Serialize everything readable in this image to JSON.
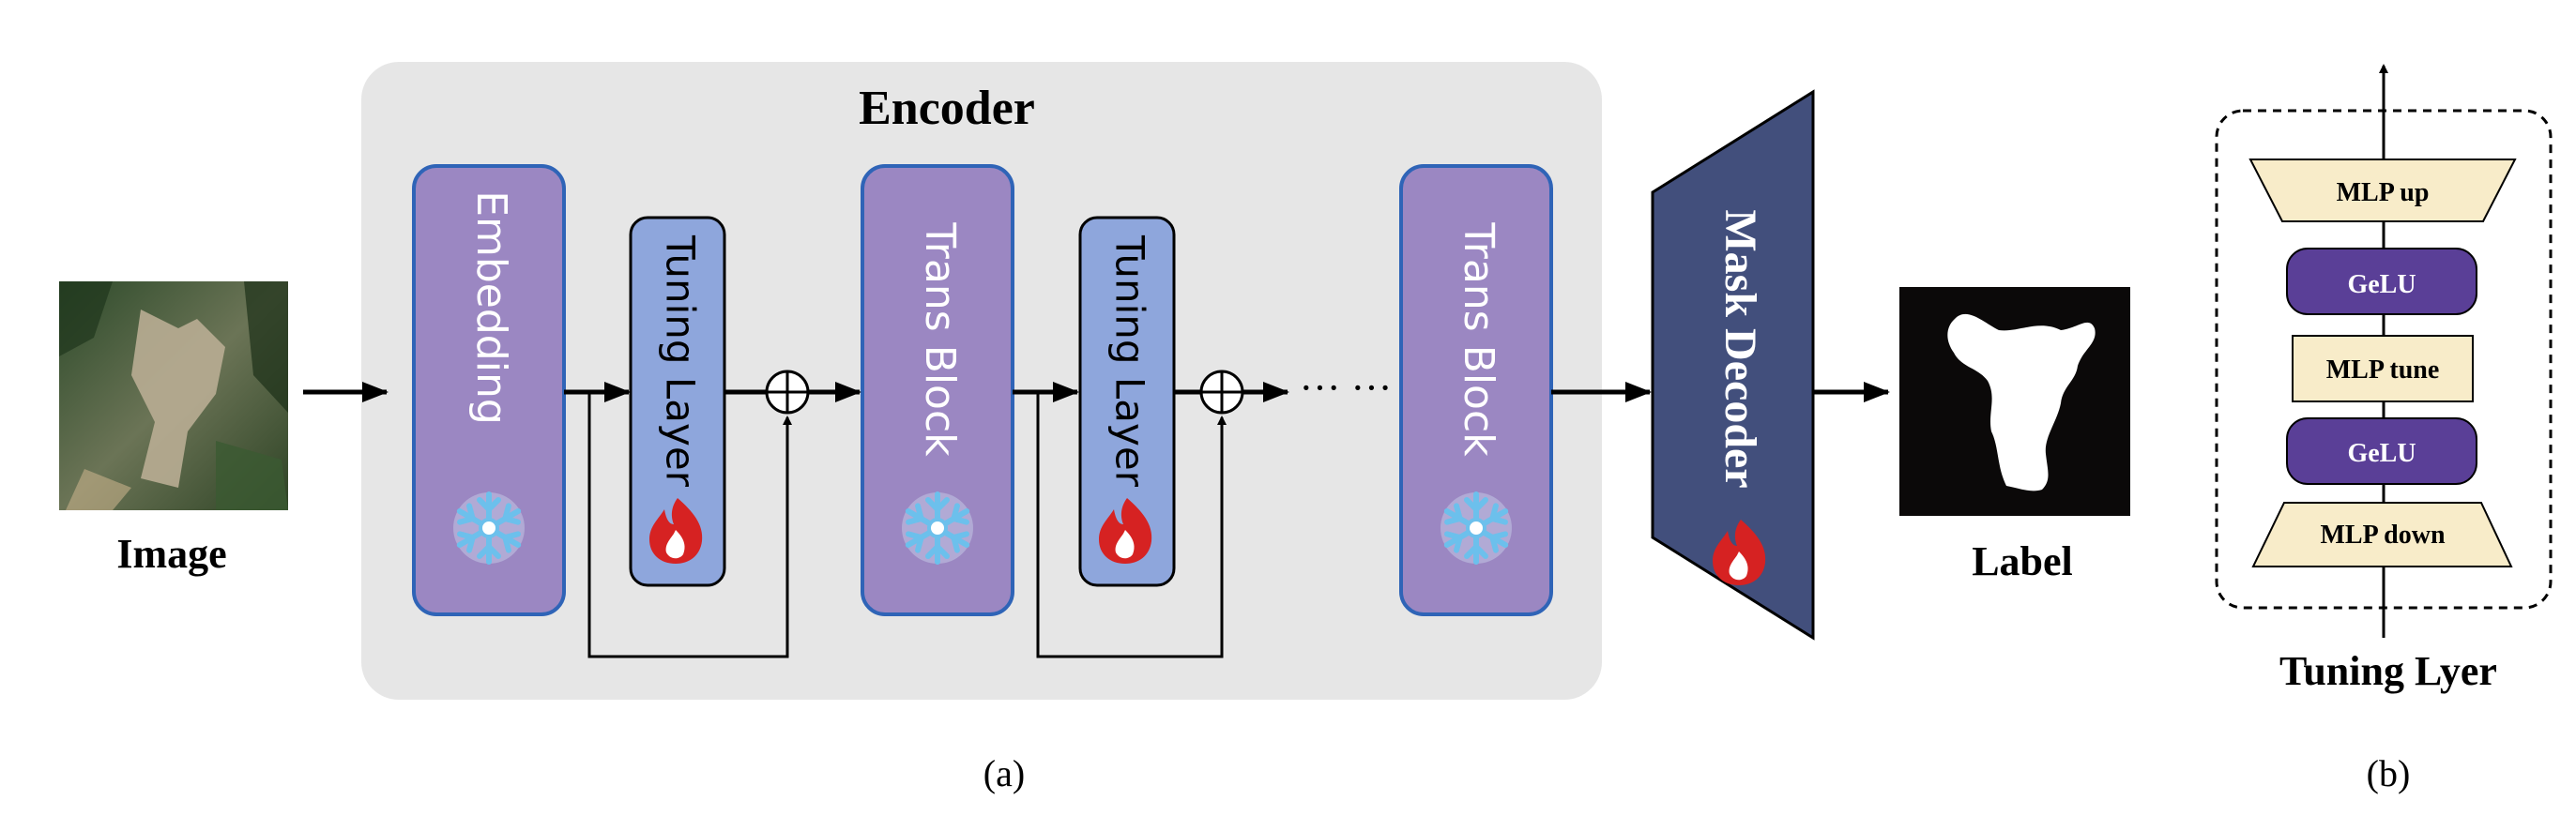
{
  "panel_a": {
    "input_label": "Image",
    "encoder": {
      "title": "Encoder",
      "blocks": {
        "embedding": "Embedding",
        "tuning_layer_1": "Tuning Layer",
        "trans_block_1": "Trans Block",
        "tuning_layer_2": "Tuning Layer",
        "trans_block_n": "Trans Block"
      },
      "ellipsis": "··· ···"
    },
    "decoder": "Mask Decoder",
    "output_label": "Label",
    "caption": "(a)"
  },
  "panel_b": {
    "layers": {
      "mlp_up": "MLP up",
      "gelu_top": "GeLU",
      "mlp_tune": "MLP tune",
      "gelu_bottom": "GeLU",
      "mlp_down": "MLP down"
    },
    "title": "Tuning Lyer",
    "caption": "(b)"
  },
  "colors": {
    "encoder_bg": "#e6e6e6",
    "frozen_block": "#9b87c2",
    "frozen_border": "#2f64b7",
    "tuning_block": "#8ea6dc",
    "decoder": "#424f7c",
    "gelu": "#5a3f97",
    "mlp": "#f8ecc9",
    "snowflake": "#79c6ee",
    "flame": "#d62222"
  },
  "icons": {
    "frozen": "snowflake-icon",
    "trainable": "flame-icon"
  }
}
